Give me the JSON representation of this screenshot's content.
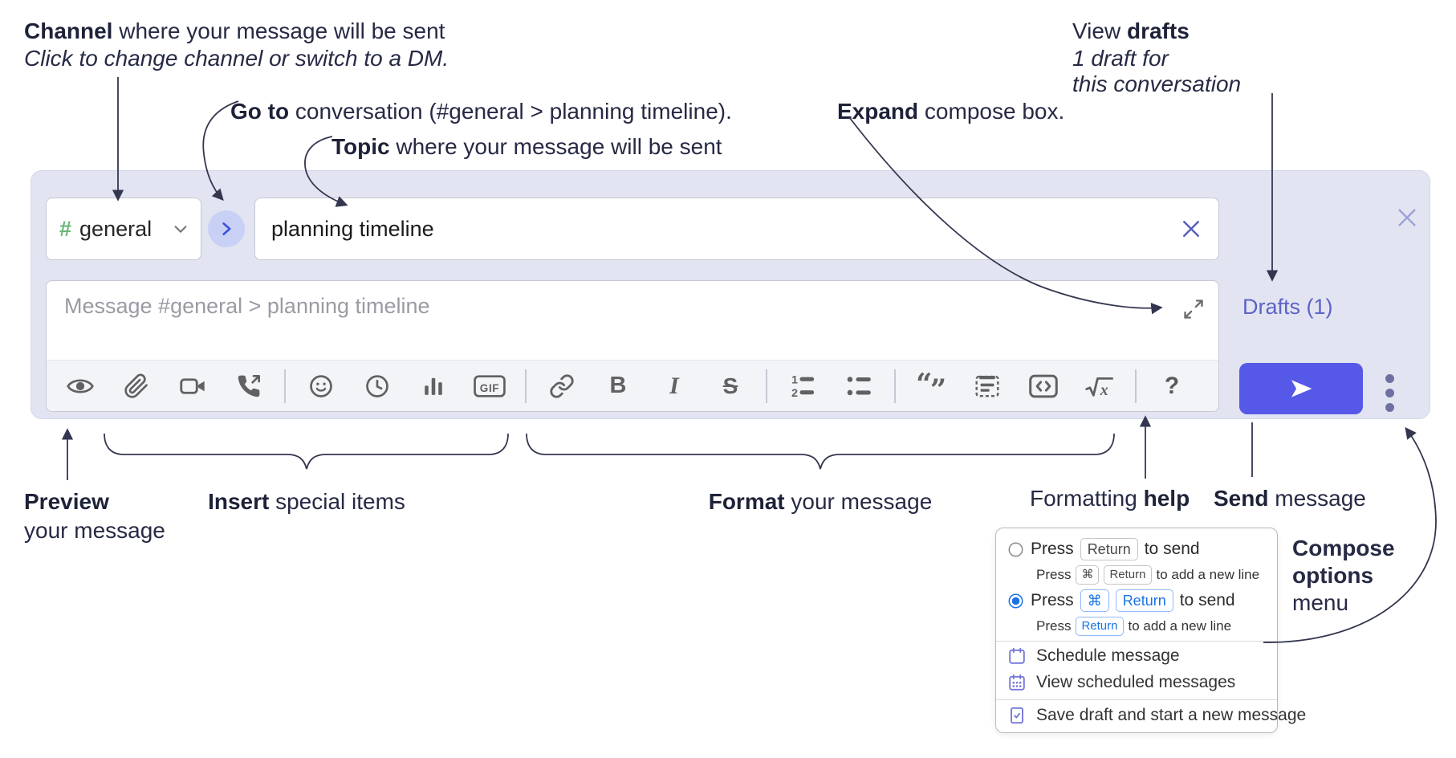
{
  "annotations": {
    "channel": {
      "bold": "Channel",
      "rest": " where your message will be sent",
      "line2": "Click to change channel or switch to a DM."
    },
    "goto": {
      "bold": "Go to",
      "rest": " conversation (#general > planning timeline)."
    },
    "topic": {
      "bold": "Topic",
      "rest": " where your message will be sent"
    },
    "expand": {
      "bold": "Expand",
      "rest": " compose box."
    },
    "drafts": {
      "pre": "View ",
      "bold": "drafts",
      "line2": "1 draft for",
      "line3": "this conversation"
    },
    "preview": {
      "bold": "Preview",
      "line2": "your message"
    },
    "insert": {
      "bold": "Insert",
      "rest": " special items"
    },
    "format": {
      "bold": "Format",
      "rest": " your message"
    },
    "help": {
      "pre": "Formatting ",
      "bold": "help"
    },
    "send": {
      "bold": "Send",
      "rest": " message"
    },
    "compose_options": {
      "bold1": "Compose",
      "bold2": "options",
      "line3": "menu"
    }
  },
  "compose": {
    "channel_button": {
      "hash": "#",
      "label": "general"
    },
    "topic_input": {
      "value": "planning timeline"
    },
    "message_input": {
      "placeholder": "Message #general > planning timeline"
    },
    "drafts_link": "Drafts (1)",
    "toolbar_glyphs": {
      "one": "1",
      "two": "2",
      "gif": "GIF",
      "bold": "B",
      "italic": "I",
      "strike": "S",
      "math_x": "x",
      "question": "?",
      "quote_open": "“",
      "quote_close": "”"
    },
    "toolbar_icons": [
      "preview",
      "attach-file",
      "video-call",
      "audio-call",
      "emoji",
      "time",
      "poll",
      "gif",
      "link",
      "bold",
      "italic",
      "strikethrough",
      "numbered-list",
      "bulleted-list",
      "quote",
      "spoiler",
      "code",
      "math",
      "help"
    ]
  },
  "popup": {
    "option1": {
      "press": "Press",
      "key": "Return",
      "after": "to send",
      "sub_press": "Press",
      "sub_key1": "⌘",
      "sub_key2": "Return",
      "sub_after": "to add a new line",
      "selected": false
    },
    "option2": {
      "press": "Press",
      "key1": "⌘",
      "key2": "Return",
      "after": "to send",
      "sub_press": "Press",
      "sub_key": "Return",
      "sub_after": "to add a new line",
      "selected": true
    },
    "items": [
      {
        "icon": "calendar",
        "label": "Schedule message"
      },
      {
        "icon": "calendar-grid",
        "label": "View scheduled messages"
      },
      {
        "icon": "document-check",
        "label": "Save draft and start a new message"
      }
    ]
  },
  "colors": {
    "compose_background": "#e2e4f2",
    "send_button": "#5658e8",
    "drafts_link": "#5d63c5",
    "channel_hash_green": "#69b578",
    "goto_circle": "#c8d1f5",
    "goto_chevron": "#3a55d9",
    "radio_selected": "#1a73e8",
    "kbd_blue": "#1a73e8",
    "menu_icon_purple": "#7478d8",
    "annotation_text": "#262a44"
  }
}
